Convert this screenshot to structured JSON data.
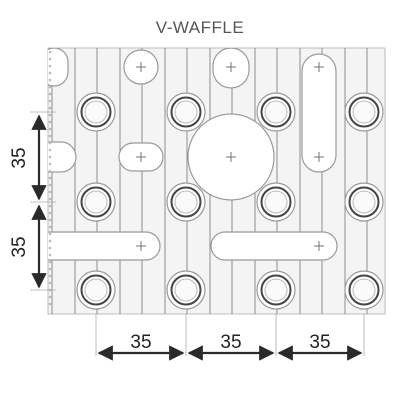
{
  "title": "V-WAFFLE",
  "dimensions": {
    "vertical_top": "35",
    "vertical_bottom": "35",
    "horizontal_left": "35",
    "horizontal_middle": "35",
    "horizontal_right": "35"
  },
  "colors": {
    "panel": "#f4f4f4",
    "rib": "#8a8a8a",
    "arrow": "#2a2a2a",
    "title": "#555555"
  },
  "icons": [
    "crosshair-icon",
    "arrow-icon"
  ]
}
